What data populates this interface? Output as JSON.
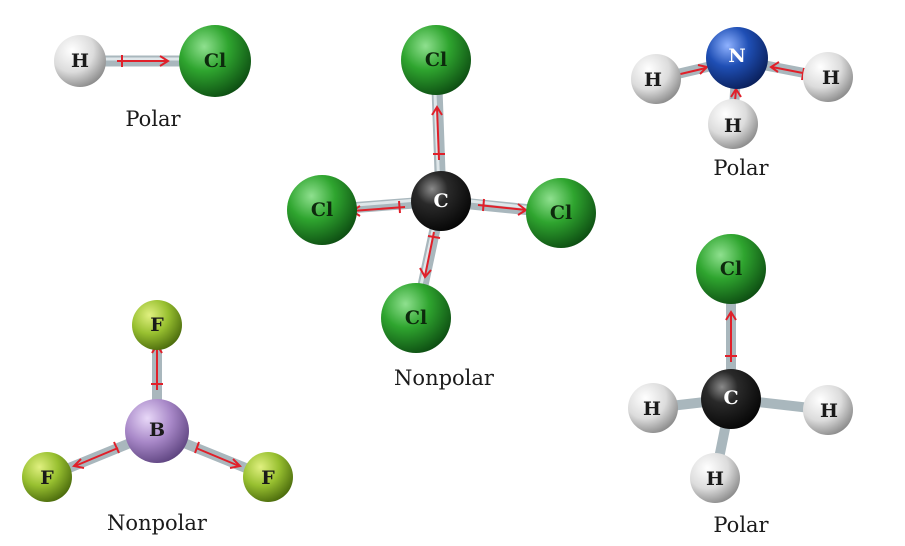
{
  "colors": {
    "chlorine": "#2fa52f",
    "hydrogen": "#e8e8e8",
    "carbon": "#1e1e1e",
    "nitrogen": "#1f4fb5",
    "boron": "#a888c8",
    "fluorine": "#98c030",
    "bond": "#a9b7bd",
    "dipole_arrow": "#e0202a"
  },
  "molecules": {
    "hcl": {
      "caption": "Polar",
      "atoms": {
        "h": "H",
        "cl": "Cl"
      }
    },
    "ccl4": {
      "caption": "Nonpolar",
      "atoms": {
        "c": "C",
        "cl_top": "Cl",
        "cl_left": "Cl",
        "cl_right": "Cl",
        "cl_bottom": "Cl"
      }
    },
    "nh3": {
      "caption": "Polar",
      "atoms": {
        "n": "N",
        "h_left": "H",
        "h_right": "H",
        "h_bottom": "H"
      }
    },
    "bf3": {
      "caption": "Nonpolar",
      "atoms": {
        "b": "B",
        "f_top": "F",
        "f_left": "F",
        "f_right": "F"
      }
    },
    "ch3cl": {
      "caption": "Polar",
      "atoms": {
        "c": "C",
        "cl": "Cl",
        "h_left": "H",
        "h_right": "H",
        "h_bottom": "H"
      }
    }
  }
}
